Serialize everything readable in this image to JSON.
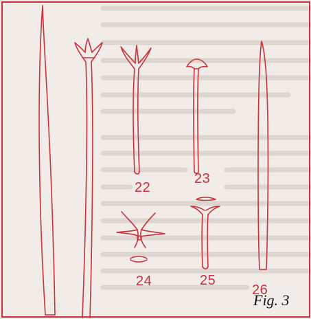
{
  "figure": {
    "caption": "Fig. 3",
    "specimen_labels": {
      "s22": "22",
      "s23": "23",
      "s24": "24",
      "s25": "25",
      "s26": "26"
    },
    "colors": {
      "paper": "#f1ece7",
      "background_text": "#c9c1bb",
      "drawing_ink": "#c8323c",
      "caption_ink": "#111111"
    }
  }
}
